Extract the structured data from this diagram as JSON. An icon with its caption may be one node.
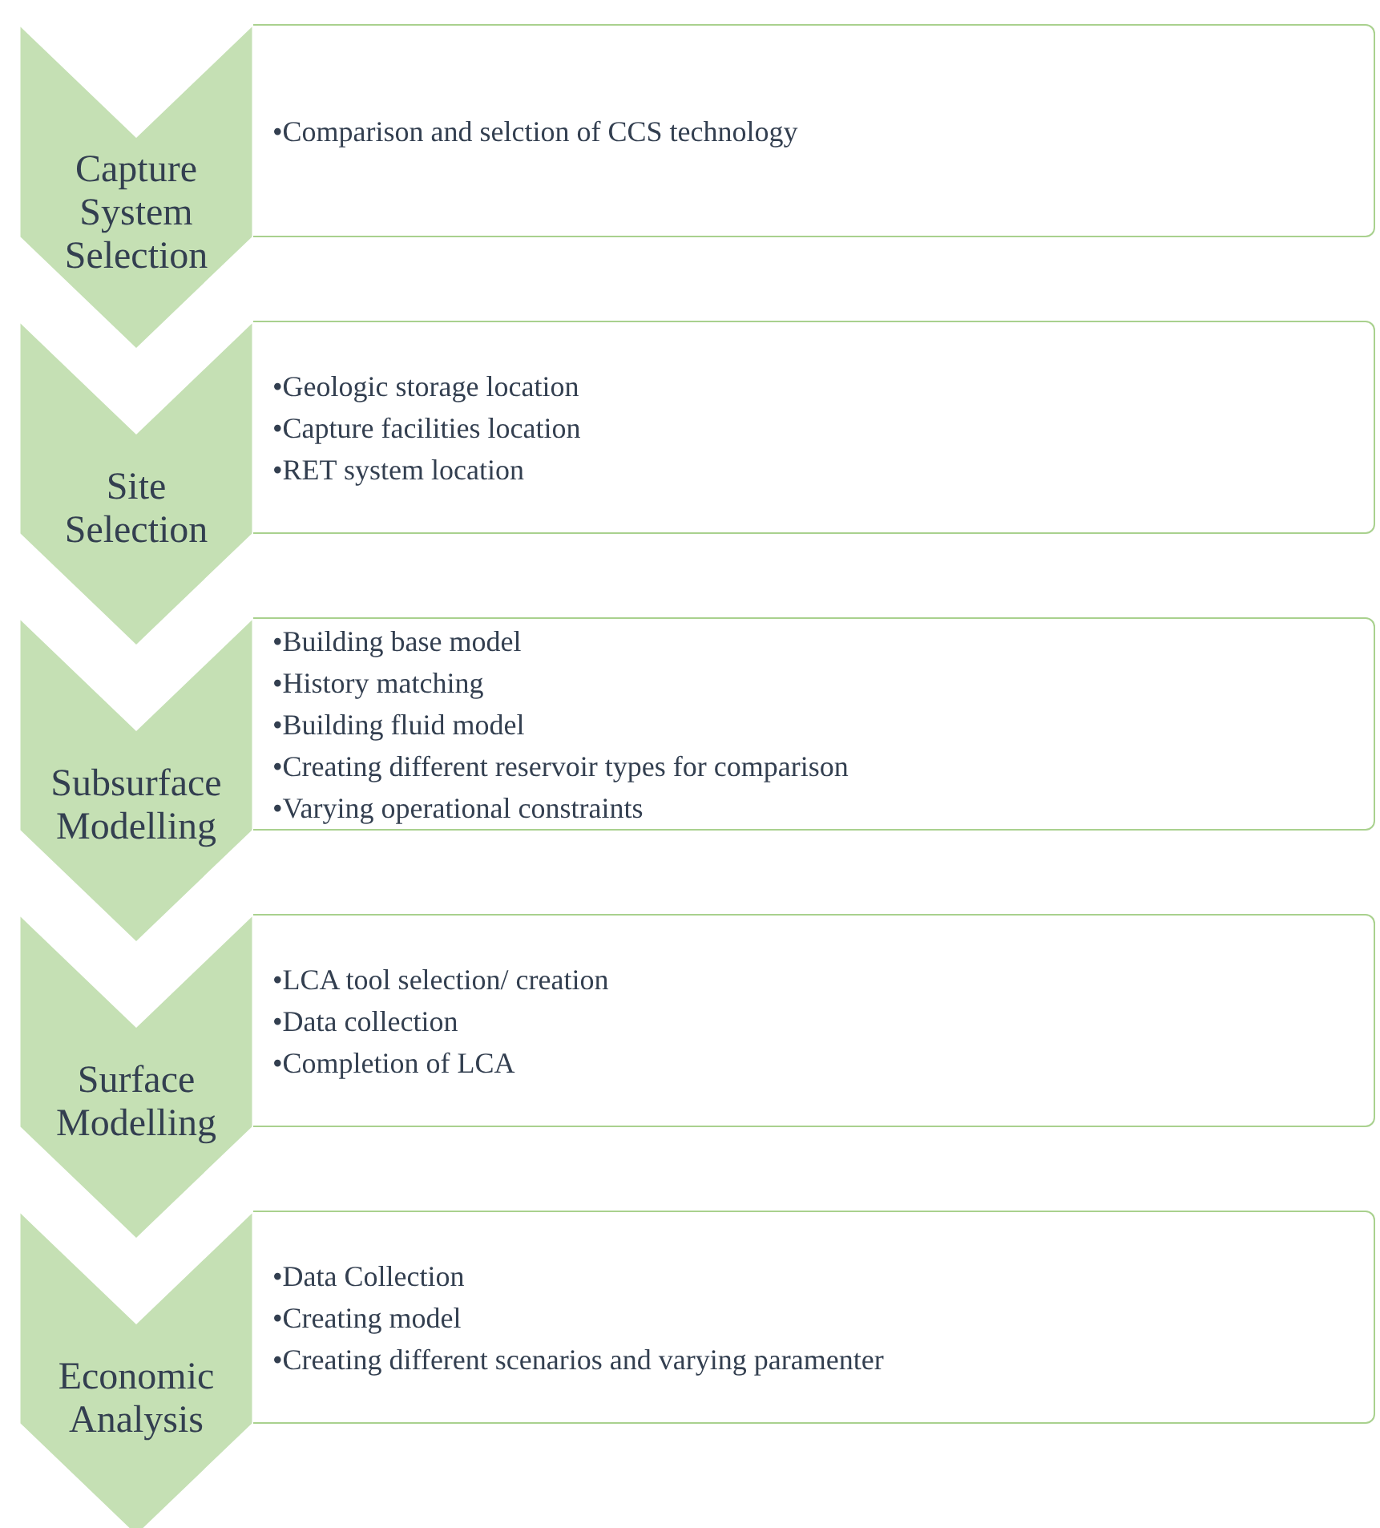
{
  "diagram": {
    "nodes": [
      {
        "text": [
          "Capture System Selection"
        ]
      },
      {
        "text": [
          "•Comparison and selction of CCS technology"
        ]
      },
      {
        "text": [
          "Site Selection"
        ]
      },
      {
        "text": [
          "•Geologic storage location",
          "•Capture facilities location",
          "•RET system location"
        ]
      },
      {
        "text": [
          "Subsurface Modelling"
        ]
      },
      {
        "text": [
          "•Building base model",
          "•History matching",
          "•Building fluid model",
          "•Creating different reservoir types for comparison",
          "•Varying operational constraints"
        ]
      },
      {
        "text": [
          "Surface Modelling"
        ]
      },
      {
        "text": [
          "•LCA tool selection/ creation",
          "•Data collection",
          "•Completion of LCA"
        ]
      },
      {
        "text": [
          "Economic Analysis"
        ]
      },
      {
        "text": [
          "•Data Collection",
          "•Creating model",
          "•Creating different scenarios and varying paramenter"
        ]
      }
    ]
  }
}
